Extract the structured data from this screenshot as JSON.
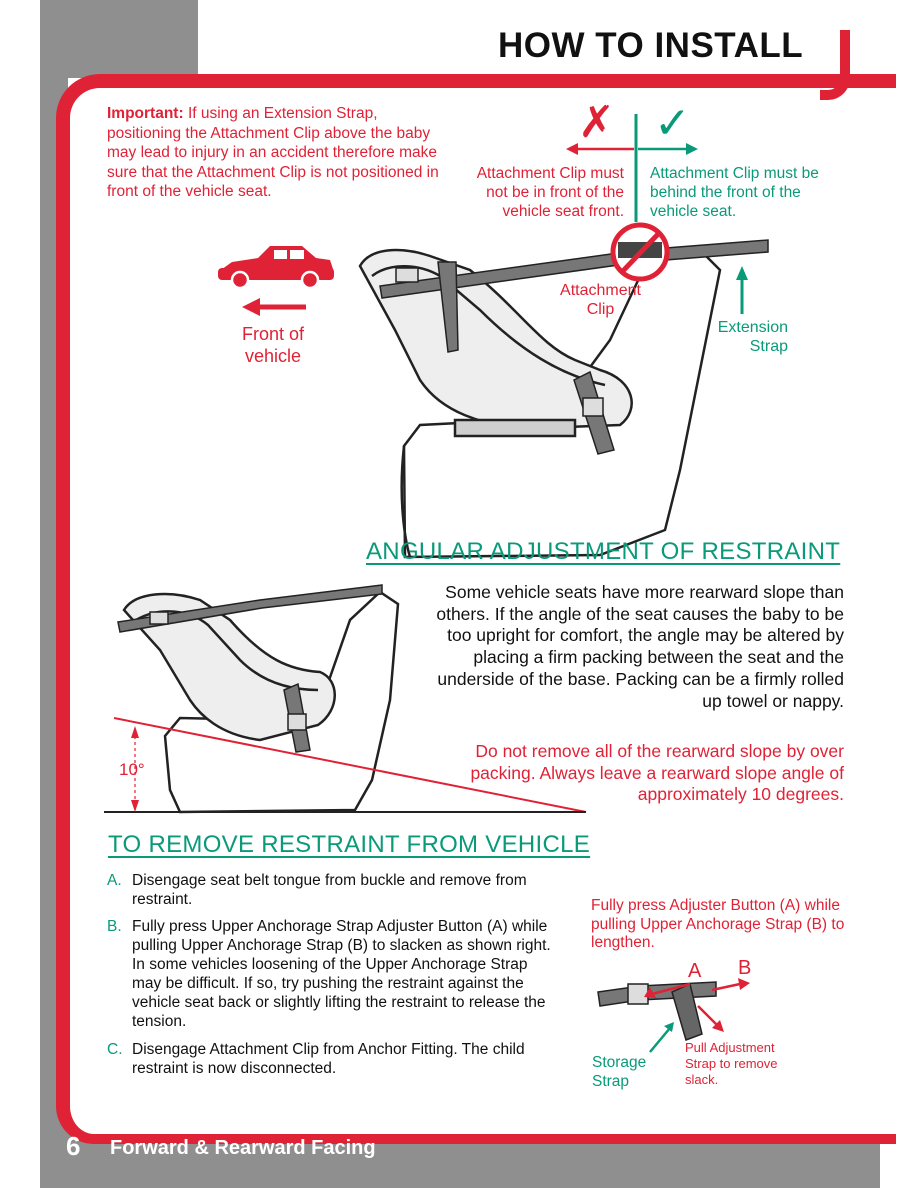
{
  "header": {
    "title": "HOW TO INSTALL"
  },
  "important": {
    "lead": "Important:",
    "text": "If using an Extension Strap, positioning the Attachment Clip above the baby may lead to injury in an accident therefore make sure that the Attachment Clip is not positioned in front of the vehicle seat."
  },
  "diagram_top": {
    "wrong_mark": "✗",
    "right_mark": "✓",
    "wrong_caption": "Attachment Clip must not be in front of the vehicle seat front.",
    "right_caption": "Attachment Clip must be behind the front of the vehicle seat.",
    "clip_label": "Attachment Clip",
    "extension_label": "Extension Strap",
    "front_label": "Front of vehicle"
  },
  "angular": {
    "heading": "ANGULAR ADJUSTMENT OF RESTRAINT",
    "body": "Some vehicle seats have more rearward slope than others. If the angle of the seat causes the baby to be too upright for comfort, the angle may be altered by placing a firm packing between the seat and the underside of the base. Packing can be a firmly rolled up towel or nappy.",
    "warning": "Do not remove all of the rearward slope by over packing. Always leave a rearward slope angle of approximately 10 degrees.",
    "angle_label": "10°"
  },
  "remove": {
    "heading": "TO REMOVE RESTRAINT FROM VEHICLE",
    "steps": [
      {
        "letter": "A.",
        "text": "Disengage seat belt tongue from buckle and remove from restraint."
      },
      {
        "letter": "B.",
        "text": "Fully press Upper Anchorage Strap Adjuster Button (A) while pulling Upper Anchorage Strap (B) to slacken as shown right. In some vehicles loosening of the Upper Anchorage Strap may be difficult. If so, try pushing the restraint against the vehicle seat back or slightly lifting the restraint to release the tension."
      },
      {
        "letter": "C.",
        "text": "Disengage Attachment Clip from Anchor Fitting. The child restraint is now disconnected."
      }
    ],
    "adjuster_caption": "Fully press Adjuster Button (A) while pulling Upper Anchorage Strap (B) to lengthen.",
    "label_a": "A",
    "label_b": "B",
    "storage_label": "Storage Strap",
    "pull_label": "Pull Adjustment Strap to remove slack."
  },
  "footer": {
    "page_number": "6",
    "section": "Forward & Rearward Facing"
  },
  "colors": {
    "accent_red": "#e02236",
    "accent_green": "#0a9a7a",
    "grey_band": "#8f8f8f"
  }
}
